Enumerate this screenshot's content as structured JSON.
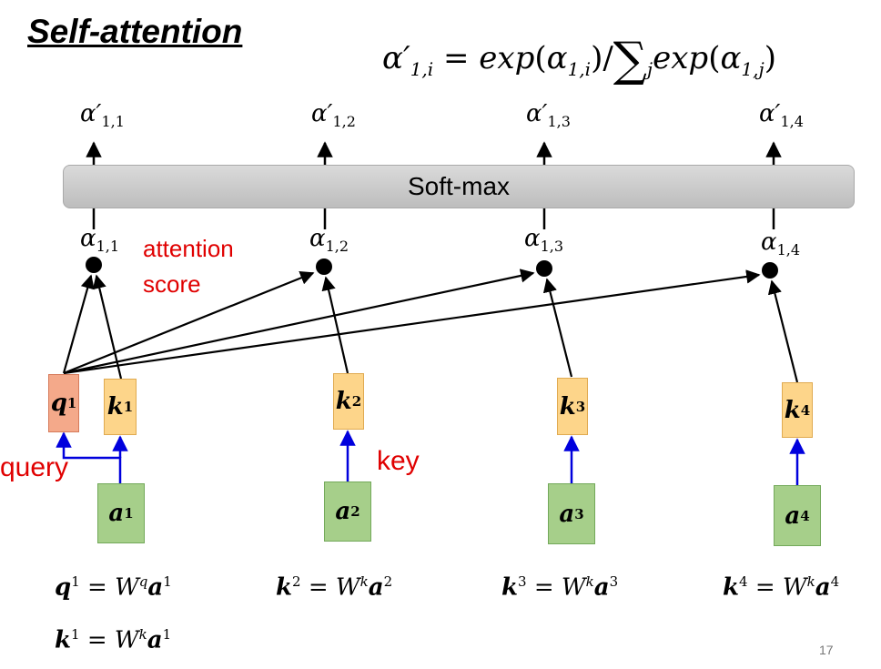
{
  "title": "Self-attention",
  "formula": {
    "lhs_sym": "α′",
    "lhs_sub": "1,i",
    "eq": " = ",
    "exp1": "exp",
    "arg1_sym": "α",
    "arg1_sub": "1,i",
    "slash": "/",
    "sum": "∑",
    "sum_sub": "j",
    "exp2": "exp",
    "arg2_sym": "α",
    "arg2_sub": "1,j"
  },
  "softmax_label": "Soft-max",
  "outputs": [
    {
      "sym": "α′",
      "sub": "1,1"
    },
    {
      "sym": "α′",
      "sub": "1,2"
    },
    {
      "sym": "α′",
      "sub": "1,3"
    },
    {
      "sym": "α′",
      "sub": "1,4"
    }
  ],
  "scores": [
    {
      "sym": "α",
      "sub": "1,1"
    },
    {
      "sym": "α",
      "sub": "1,2"
    },
    {
      "sym": "α",
      "sub": "1,3"
    },
    {
      "sym": "α",
      "sub": "1,4"
    }
  ],
  "attention_score_label": [
    "attention",
    "score"
  ],
  "query_label": "query",
  "key_label": "key",
  "q_box": {
    "sym": "q",
    "sup": "1"
  },
  "k_boxes": [
    {
      "sym": "k",
      "sup": "1"
    },
    {
      "sym": "k",
      "sup": "2"
    },
    {
      "sym": "k",
      "sup": "3"
    },
    {
      "sym": "k",
      "sup": "4"
    }
  ],
  "a_boxes": [
    {
      "sym": "a",
      "sup": "1"
    },
    {
      "sym": "a",
      "sup": "2"
    },
    {
      "sym": "a",
      "sup": "3"
    },
    {
      "sym": "a",
      "sup": "4"
    }
  ],
  "equations": [
    {
      "lhs": "q",
      "lhs_sup": "1",
      "eq": " = ",
      "w": "W",
      "w_sup": "q",
      "rhs": "a",
      "rhs_sup": "1"
    },
    {
      "lhs": "k",
      "lhs_sup": "1",
      "eq": " = ",
      "w": "W",
      "w_sup": "k",
      "rhs": "a",
      "rhs_sup": "1"
    },
    {
      "lhs": "k",
      "lhs_sup": "2",
      "eq": " = ",
      "w": "W",
      "w_sup": "k",
      "rhs": "a",
      "rhs_sup": "2"
    },
    {
      "lhs": "k",
      "lhs_sup": "3",
      "eq": " = ",
      "w": "W",
      "w_sup": "k",
      "rhs": "a",
      "rhs_sup": "3"
    },
    {
      "lhs": "k",
      "lhs_sup": "4",
      "eq": " = ",
      "w": "W",
      "w_sup": "k",
      "rhs": "a",
      "rhs_sup": "4"
    }
  ],
  "page_number": "17",
  "colors": {
    "red_label": "#e00000",
    "blue_arrow": "#0000dd",
    "query_box": "#f4a98a",
    "key_box": "#fdd58a",
    "input_box": "#a6cf8a",
    "softmax_bar": "#c8c8c8"
  }
}
